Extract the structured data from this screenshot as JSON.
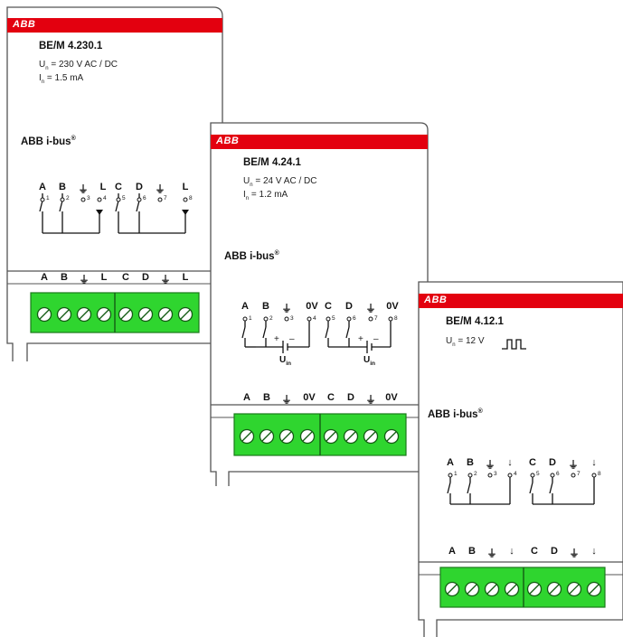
{
  "colors": {
    "abb_red": "#e3000f",
    "terminal_green": "#2fd52f",
    "outline": "#555555"
  },
  "modules": [
    {
      "logo": "ABB",
      "model": "BE/M 4.230.1",
      "spec_u_sym": "U",
      "spec_u_sub": "n",
      "spec_u_val": "= 230 V AC / DC",
      "spec_i_sym": "I",
      "spec_i_sub": "n",
      "spec_i_val": "= 1.5 mA",
      "brand": "ABB i-bus",
      "terminals": [
        "A",
        "B",
        "⏚",
        "L",
        "C",
        "D",
        "⏚",
        "L"
      ],
      "pins": [
        "1",
        "2",
        "3",
        "4",
        "5",
        "6",
        "7",
        "8"
      ]
    },
    {
      "logo": "ABB",
      "model": "BE/M 4.24.1",
      "spec_u_sym": "U",
      "spec_u_sub": "n",
      "spec_u_val": "= 24 V AC / DC",
      "spec_i_sym": "I",
      "spec_i_sub": "n",
      "spec_i_val": "= 1.2 mA",
      "brand": "ABB i-bus",
      "terminals": [
        "A",
        "B",
        "⏚",
        "0V",
        "C",
        "D",
        "⏚",
        "0V"
      ],
      "pins": [
        "1",
        "2",
        "3",
        "4",
        "5",
        "6",
        "7",
        "8"
      ],
      "supply_sym": "U",
      "supply_sub": "in",
      "plus": "+",
      "minus": "–"
    },
    {
      "logo": "ABB",
      "model": "BE/M 4.12.1",
      "spec_u_sym": "U",
      "spec_u_sub": "n",
      "spec_u_val": "= 12 V",
      "brand": "ABB i-bus",
      "terminals": [
        "A",
        "B",
        "⏚",
        "↓",
        "C",
        "D",
        "⏚",
        "↓"
      ],
      "pins": [
        "1",
        "2",
        "3",
        "4",
        "5",
        "6",
        "7",
        "8"
      ]
    }
  ]
}
